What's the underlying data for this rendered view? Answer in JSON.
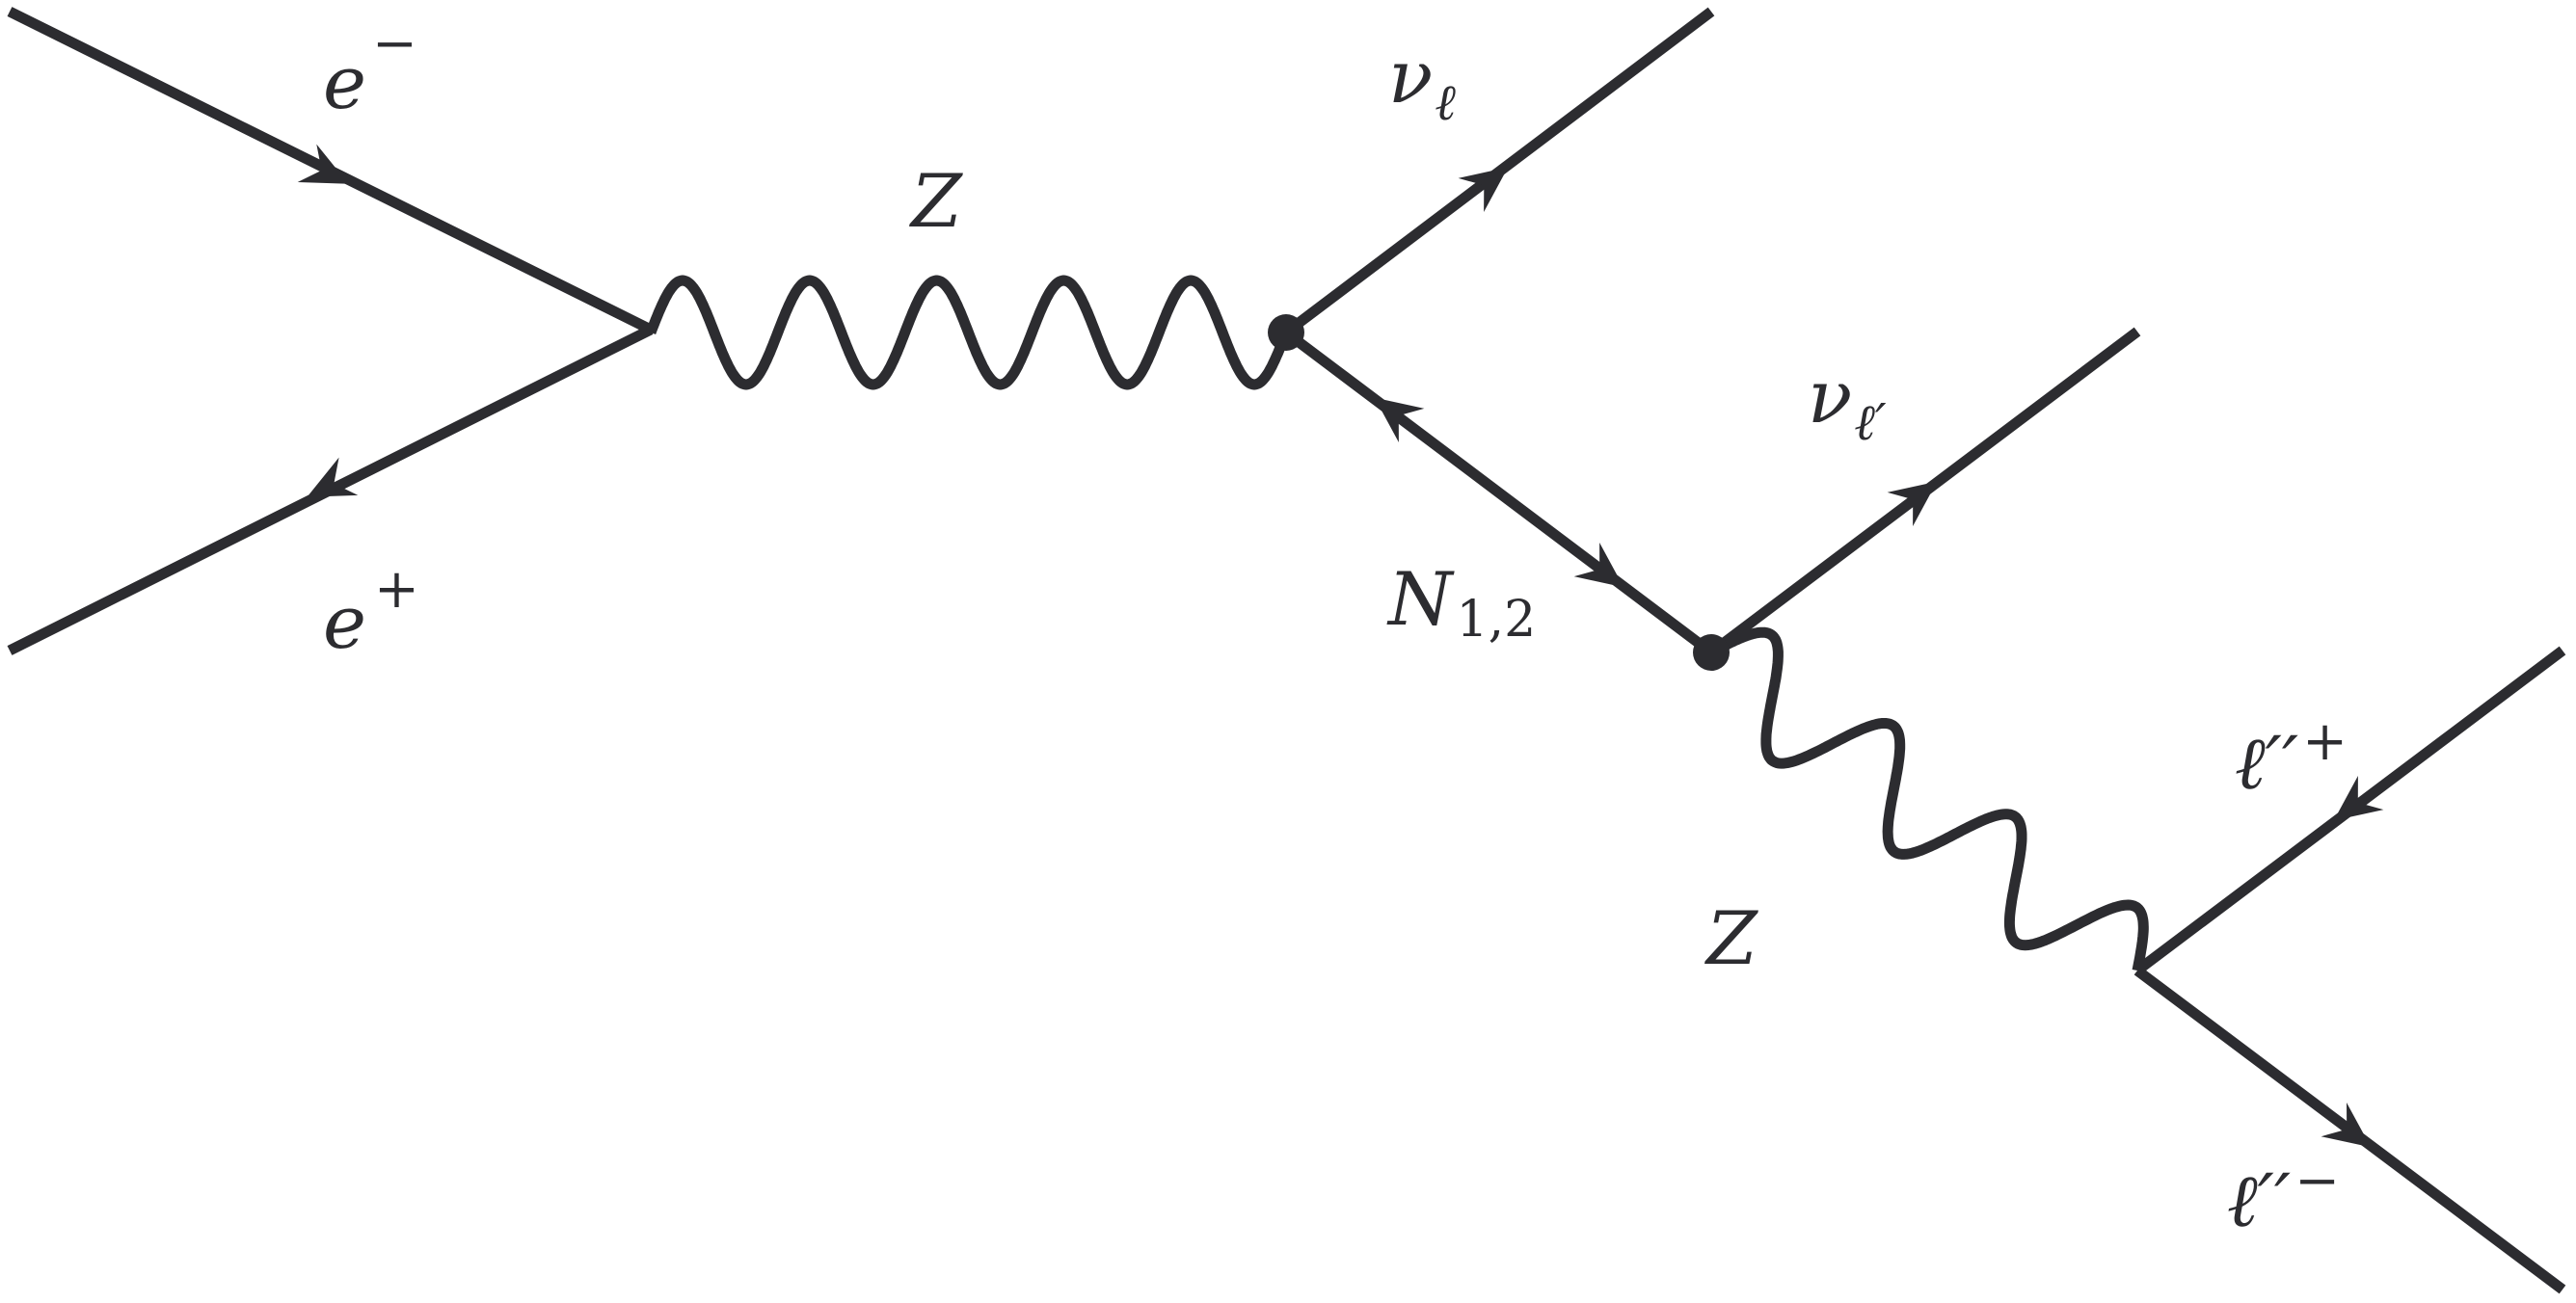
{
  "diagram": {
    "labels": {
      "e_minus": {
        "base": "e",
        "sup": "−"
      },
      "e_plus": {
        "base": "e",
        "sup": "+"
      },
      "z_top": {
        "base": "Z"
      },
      "nu_l": {
        "base": "ν",
        "sub": "ℓ"
      },
      "nu_lp": {
        "base": "ν",
        "sub": "ℓ′"
      },
      "n12": {
        "base": "N",
        "sub": "1,2"
      },
      "z_bottom": {
        "base": "Z"
      },
      "lpp_plus": {
        "base": "ℓ′′",
        "sup": "+"
      },
      "lpp_minus": {
        "base": "ℓ′′",
        "sup": "−"
      }
    }
  }
}
